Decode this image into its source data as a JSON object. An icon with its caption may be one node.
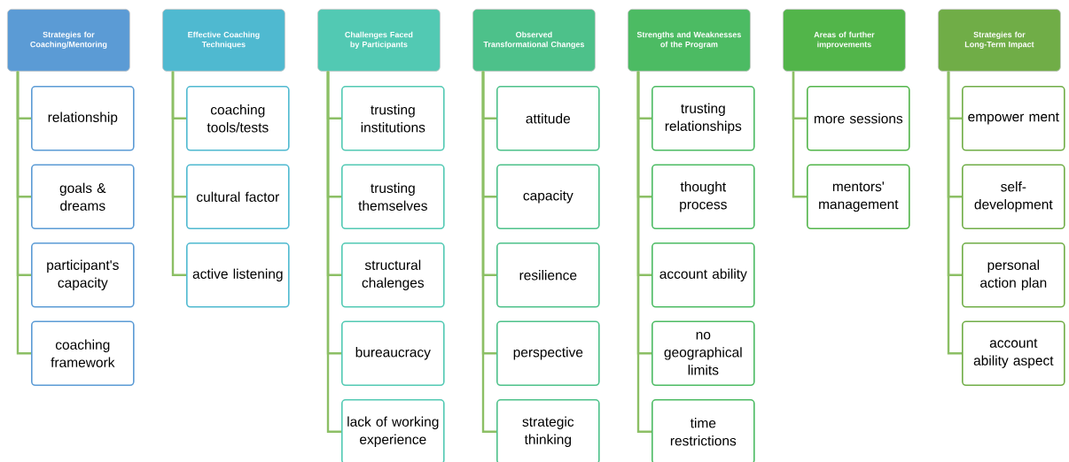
{
  "diagram": {
    "nodes": [
      {
        "text": [
          "Strategies for Coaching/Mentoring"
        ]
      },
      {
        "text": [
          "relationship"
        ]
      },
      {
        "text": [
          "goals & dreams"
        ]
      },
      {
        "text": [
          "participant's capacity"
        ]
      },
      {
        "text": [
          "coaching framework"
        ]
      },
      {
        "text": [
          "Effective Coaching Techniques"
        ]
      },
      {
        "text": [
          "coaching tools/tests"
        ]
      },
      {
        "text": [
          "cultural factor"
        ]
      },
      {
        "text": [
          "active listening"
        ]
      },
      {
        "text": [
          "Challenges Faced by Participants"
        ]
      },
      {
        "text": [
          "trusting institutions"
        ]
      },
      {
        "text": [
          "trusting themselves"
        ]
      },
      {
        "text": [
          "structural chalenges"
        ]
      },
      {
        "text": [
          "bureaucracy"
        ]
      },
      {
        "text": [
          "lack of working experience"
        ]
      },
      {
        "text": [
          "Observed Transformational Changes"
        ]
      },
      {
        "text": [
          "attitude"
        ]
      },
      {
        "text": [
          "capacity"
        ]
      },
      {
        "text": [
          "resilience"
        ]
      },
      {
        "text": [
          "perspective"
        ]
      },
      {
        "text": [
          "strategic thinking"
        ]
      },
      {
        "text": [
          "Strengths and Weaknesses of the Program"
        ]
      },
      {
        "text": [
          "trusting relationships"
        ]
      },
      {
        "text": [
          "thought process"
        ]
      },
      {
        "text": [
          "account ability"
        ]
      },
      {
        "text": [
          "no geographical limits"
        ]
      },
      {
        "text": [
          "time restrictions"
        ]
      },
      {
        "text": [
          "Areas of further improvements"
        ]
      },
      {
        "text": [
          "more sessions"
        ]
      },
      {
        "text": [
          "mentors' management"
        ]
      },
      {
        "text": [
          "Strategies for Long-Term Impact"
        ]
      },
      {
        "text": [
          "empower ment"
        ]
      },
      {
        "text": [
          "self-development"
        ]
      },
      {
        "text": [
          "personal action plan"
        ]
      },
      {
        "text": [
          "account ability aspect"
        ]
      }
    ],
    "edges": [
      {
        "from": 0,
        "to": 1,
        "arrow": "none"
      },
      {
        "from": 0,
        "to": 2,
        "arrow": "none"
      },
      {
        "from": 0,
        "to": 3,
        "arrow": "none"
      },
      {
        "from": 0,
        "to": 4,
        "arrow": "none"
      },
      {
        "from": 5,
        "to": 6,
        "arrow": "none"
      },
      {
        "from": 5,
        "to": 7,
        "arrow": "none"
      },
      {
        "from": 5,
        "to": 8,
        "arrow": "none"
      },
      {
        "from": 9,
        "to": 10,
        "arrow": "none"
      },
      {
        "from": 9,
        "to": 11,
        "arrow": "none"
      },
      {
        "from": 9,
        "to": 12,
        "arrow": "none"
      },
      {
        "from": 9,
        "to": 13,
        "arrow": "none"
      },
      {
        "from": 9,
        "to": 14,
        "arrow": "none"
      },
      {
        "from": 15,
        "to": 16,
        "arrow": "none"
      },
      {
        "from": 15,
        "to": 17,
        "arrow": "none"
      },
      {
        "from": 15,
        "to": 18,
        "arrow": "none"
      },
      {
        "from": 15,
        "to": 19,
        "arrow": "none"
      },
      {
        "from": 15,
        "to": 20,
        "arrow": "none"
      },
      {
        "from": 21,
        "to": 22,
        "arrow": "none"
      },
      {
        "from": 21,
        "to": 23,
        "arrow": "none"
      },
      {
        "from": 21,
        "to": 24,
        "arrow": "none"
      },
      {
        "from": 21,
        "to": 25,
        "arrow": "none"
      },
      {
        "from": 21,
        "to": 26,
        "arrow": "none"
      },
      {
        "from": 27,
        "to": 28,
        "arrow": "none"
      },
      {
        "from": 27,
        "to": 29,
        "arrow": "none"
      },
      {
        "from": 30,
        "to": 31,
        "arrow": "none"
      },
      {
        "from": 30,
        "to": 32,
        "arrow": "none"
      },
      {
        "from": 30,
        "to": 33,
        "arrow": "none"
      },
      {
        "from": 30,
        "to": 34,
        "arrow": "none"
      }
    ]
  }
}
